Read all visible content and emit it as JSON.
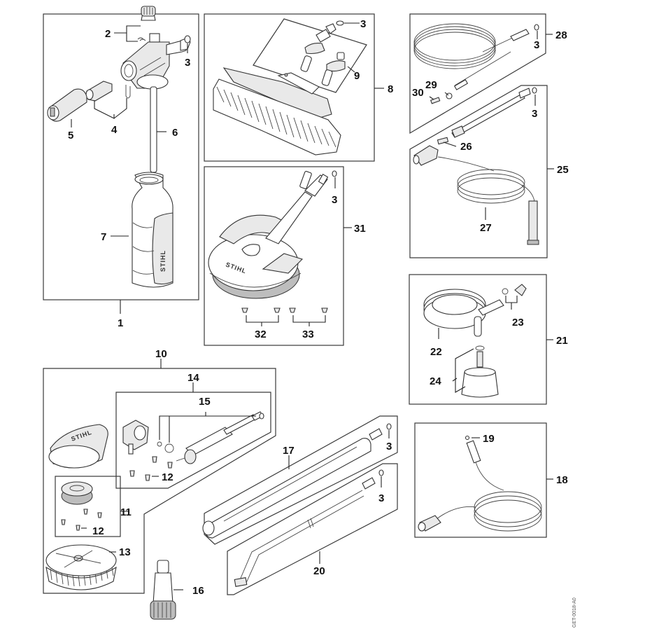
{
  "diagram": {
    "title": "Pressure washer accessories exploded parts diagram",
    "brand_mark": "STIHL",
    "drawing_id": "GET-0018-A0",
    "groups": [
      {
        "label": "1",
        "name": "foam-nozzle-kit"
      },
      {
        "label": "8",
        "name": "wash-brush-kit"
      },
      {
        "label": "9",
        "name": "adapter-set"
      },
      {
        "label": "31",
        "name": "surface-cleaner"
      },
      {
        "label": "28",
        "name": "pipe-cleaning-hose"
      },
      {
        "label": "25",
        "name": "suction-hose-kit"
      },
      {
        "label": "21",
        "name": "suction-hose-set"
      },
      {
        "label": "18",
        "name": "high-pressure-hose"
      },
      {
        "label": "10",
        "name": "rotary-wash-brush-kit"
      },
      {
        "label": "14",
        "name": "brush-holder-assembly"
      },
      {
        "label": "11",
        "name": "brush-hub-assembly"
      },
      {
        "label": "17",
        "name": "spray-lance"
      },
      {
        "label": "20",
        "name": "angled-lance"
      }
    ],
    "callouts": {
      "c1": "1",
      "c2": "2",
      "c3a": "3",
      "c4": "4",
      "c5": "5",
      "c6": "6",
      "c7": "7",
      "c8": "8",
      "c3b": "3",
      "c9": "9",
      "c31": "31",
      "c3c": "3",
      "c32": "32",
      "c33": "33",
      "c28": "28",
      "c3d": "3",
      "c29": "29",
      "c30": "30",
      "c25": "25",
      "c3e": "3",
      "c26": "26",
      "c27": "27",
      "c21": "21",
      "c22": "22",
      "c23": "23",
      "c24": "24",
      "c18": "18",
      "c19": "19",
      "c10": "10",
      "c14": "14",
      "c15": "15",
      "c12a": "12",
      "c11": "11",
      "c12b": "12",
      "c13": "13",
      "c16": "16",
      "c17": "17",
      "c3f": "3",
      "c20": "20",
      "c3g": "3"
    }
  }
}
